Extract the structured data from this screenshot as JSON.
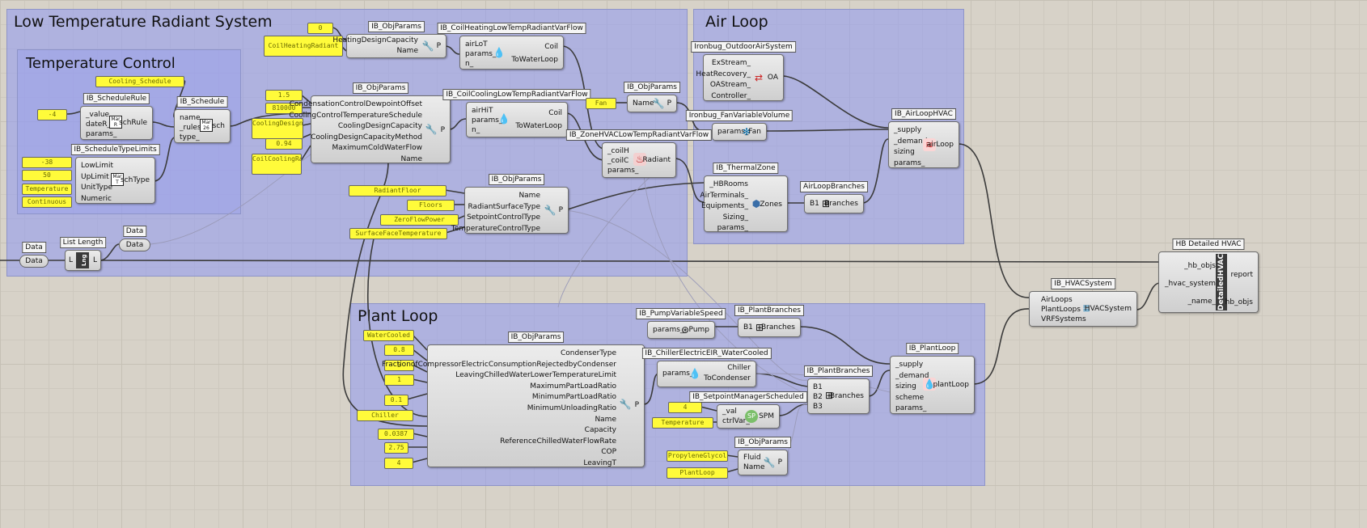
{
  "groups": {
    "low_temp": "Low Temperature Radiant System",
    "temp_control": "Temperature Control",
    "air_loop": "Air Loop",
    "plant_loop": "Plant Loop"
  },
  "panels": {
    "p0": "0",
    "coil_heating_radiant": "CoilHeatingRadiant",
    "cooling_schedule": "Cooling_Schedule",
    "neg4": "-4",
    "neg38": "-38",
    "fifty": "50",
    "temperature": "Temperature",
    "continuous": "Continuous",
    "one_five": "1.5",
    "eighty_k": "810000",
    "cooling_design_capacity": "CoolingDesignCapacity",
    "zero_94": "0.94",
    "coil_cooling_radiant": "CoilCoolingRadiant",
    "fan": "Fan",
    "radiant_floor": "RadiantFloor",
    "floors": "Floors",
    "zero_flow_power": "ZeroFlowPower",
    "surface_face_temperature": "SurfaceFaceTemperature",
    "water_cooled": "WaterCooled",
    "zero_8": "0.8",
    "five": "5",
    "one": "1",
    "zero_1": "0.1",
    "chiller": "Chiller",
    "zero_0387": "0.0387",
    "two_75": "2.75",
    "four_a": "4",
    "four_b": "4",
    "temperature_b": "Temperature",
    "propylene_glycol": "PropyleneGlycol",
    "plant_loop": "PlantLoop"
  },
  "params": {
    "data_a": {
      "label": "Data",
      "value": "Data"
    },
    "data_b": {
      "label": "Data",
      "value": "Data"
    },
    "list_length": {
      "label": "List Length",
      "in": "L",
      "out": "L",
      "icon": "Lng"
    }
  },
  "components": {
    "obj_heat": {
      "name": "IB_ObjParams",
      "inputs": [
        "HeatingDesignCapacity",
        "Name"
      ],
      "out": "P"
    },
    "coil_heat": {
      "name": "IB_CoilHeatingLowTempRadiantVarFlow",
      "inputs": [
        "airLoT",
        "params_",
        "n_"
      ],
      "outputs": [
        "Coil",
        "ToWaterLoop"
      ]
    },
    "schedule_rule": {
      "name": "IB_ScheduleRule",
      "inputs": [
        "_value",
        "dateR_",
        "params_"
      ],
      "out": "schRule"
    },
    "schedule": {
      "name": "IB_Schedule",
      "inputs": [
        "name_",
        "_rules",
        "type_"
      ],
      "out": "sch"
    },
    "schedule_type_limits": {
      "name": "IB_ScheduleTypeLimits",
      "inputs": [
        "LowLimit",
        "UpLimit",
        "UnitType",
        "Numeric"
      ],
      "out": "schType"
    },
    "obj_cool": {
      "name": "IB_ObjParams",
      "inputs": [
        "CondensationControlDewpointOffset",
        "CoolingControlTemperatureSchedule",
        "CoolingDesignCapacity",
        "CoolingDesignCapacityMethod",
        "MaximumColdWaterFlow",
        "Name"
      ],
      "out": "P"
    },
    "coil_cool": {
      "name": "IB_CoilCoolingLowTempRadiantVarFlow",
      "inputs": [
        "airHiT",
        "params_",
        "n_"
      ],
      "outputs": [
        "Coil",
        "ToWaterLoop"
      ]
    },
    "obj_fan": {
      "name": "IB_ObjParams",
      "inputs": [
        "Name"
      ],
      "out": "P"
    },
    "zone_radiant": {
      "name": "IB_ZoneHVACLowTempRadiantVarFlow",
      "inputs": [
        "_coilH",
        "_coilC",
        "params_"
      ],
      "out": "Radiant"
    },
    "obj_radiant": {
      "name": "IB_ObjParams",
      "inputs": [
        "Name",
        "RadiantSurfaceType",
        "SetpointControlType",
        "TemperatureControlType"
      ],
      "out": "P"
    },
    "oa_system": {
      "name": "Ironbug_OutdoorAirSystem",
      "inputs": [
        "ExStream_",
        "HeatRecovery_",
        "OAStream_",
        "Controller_"
      ],
      "out": "OA"
    },
    "fan_var": {
      "name": "Ironbug_FanVariableVolume",
      "inputs": [
        "params_"
      ],
      "out": "Fan"
    },
    "air_loop_hvac": {
      "name": "IB_AirLoopHVAC",
      "inputs": [
        "_supply",
        "_demand",
        "sizing",
        "params_"
      ],
      "out": "airLoop"
    },
    "thermal_zone": {
      "name": "IB_ThermalZone",
      "inputs": [
        "_HBRooms",
        "AirTerminals_",
        "Equipments_",
        "Sizing_",
        "params_"
      ],
      "out": "Zones"
    },
    "air_loop_branches": {
      "name": "AirLoopBranches",
      "inputs": [
        "B1"
      ],
      "out": "Branches"
    },
    "hb_detailed_hvac": {
      "name": "HB Detailed HVAC",
      "inputs": [
        "_hb_objs",
        "_hvac_system",
        "_name_"
      ],
      "outputs": [
        "report",
        "hb_objs"
      ],
      "label": "DetailedHVAC"
    },
    "hvac_system": {
      "name": "IB_HVACSystem",
      "inputs": [
        "AirLoops",
        "PlantLoops",
        "VRFSystems"
      ],
      "out": "HVACSystem"
    },
    "pump": {
      "name": "IB_PumpVariableSpeed",
      "inputs": [
        "params_"
      ],
      "out": "Pump"
    },
    "plant_branches_a": {
      "name": "IB_PlantBranches",
      "inputs": [
        "B1"
      ],
      "out": "Branches"
    },
    "obj_chiller": {
      "name": "IB_ObjParams",
      "inputs": [
        "CondenserType",
        "FractionofCompressorElectricConsumptionRejectedbyCondenser",
        "LeavingChilledWaterLowerTemperatureLimit",
        "MaximumPartLoadRatio",
        "MinimumPartLoadRatio",
        "MinimumUnloadingRatio",
        "Name",
        "Capacity",
        "ReferenceChilledWaterFlowRate",
        "COP",
        "LeavingT"
      ],
      "out": "P"
    },
    "chiller": {
      "name": "IB_ChillerElectricEIR_WaterCooled",
      "inputs": [
        "params_"
      ],
      "outputs": [
        "Chiller",
        "ToCondenser"
      ]
    },
    "spm": {
      "name": "IB_SetpointManagerScheduled",
      "inputs": [
        "_val",
        "ctrlVar_"
      ],
      "out": "SPM"
    },
    "plant_branches_b": {
      "name": "IB_PlantBranches",
      "inputs": [
        "B1",
        "B2",
        "B3"
      ],
      "out": "Branches"
    },
    "plant_loop": {
      "name": "IB_PlantLoop",
      "inputs": [
        "_supply",
        "_demand",
        "sizing",
        "scheme",
        "params_"
      ],
      "out": "plantLoop"
    },
    "obj_fluid": {
      "name": "IB_ObjParams",
      "inputs": [
        "Fluid",
        "Name"
      ],
      "out": "P"
    }
  },
  "icons": {
    "mathr_top": "Mar",
    "mathr_bot": "R",
    "math26_top": "Mar",
    "math26_bot": "26",
    "mathtyp_top": "Mar",
    "mathtyp_bot": "T"
  },
  "colors": {
    "group_fill": "#969eee",
    "panel_fill": "#fffb3a",
    "wire": "#3b3b3b",
    "canvas": "#d7d2c8"
  }
}
